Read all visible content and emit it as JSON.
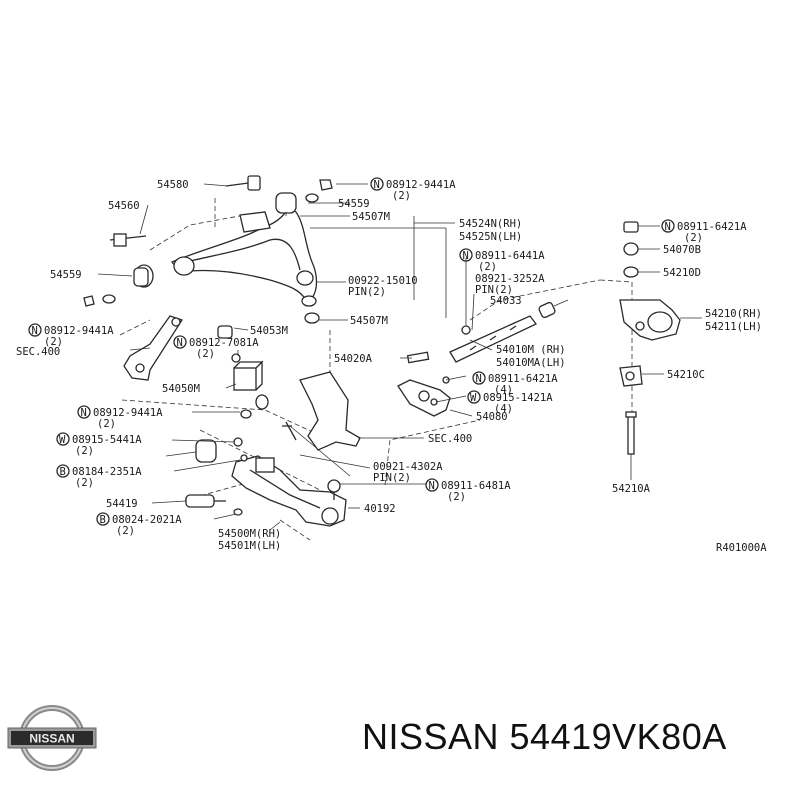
{
  "diagram": {
    "labels": [
      "54580",
      "54560",
      "54559",
      "54559",
      "54507M",
      "54507M",
      "54524N(RH)",
      "54525N(LH)",
      "08912-9441A",
      "(2)",
      "08912-9441A",
      "(2)",
      "08912-9441A",
      "(2)",
      "SEC.400",
      "SEC.400",
      "00922-15010",
      "PIN(2)",
      "54053M",
      "08912-7081A",
      "(2)",
      "08911-6441A",
      "(2)",
      "08921-3252A",
      "PIN(2)",
      "54033",
      "54020A",
      "54010M (RH)",
      "54010MA(LH)",
      "54050M",
      "08911-6421A",
      "(4)",
      "08915-1421A",
      "(4)",
      "54080",
      "08915-5441A",
      "(2)",
      "08184-2351A",
      "(2)",
      "00921-4302A",
      "PIN(2)",
      "08911-6481A",
      "(2)",
      "54419",
      "08024-2021A",
      "(2)",
      "40192",
      "54500M(RH)",
      "54501M(LH)",
      "08911-6421A",
      "(2)",
      "54070B",
      "54210D",
      "54210(RH)",
      "54211(LH)",
      "54210C",
      "54210A",
      "R401000A"
    ]
  },
  "footer": {
    "title": "NISSAN 54419VK80A",
    "logo_text": "NISSAN"
  }
}
